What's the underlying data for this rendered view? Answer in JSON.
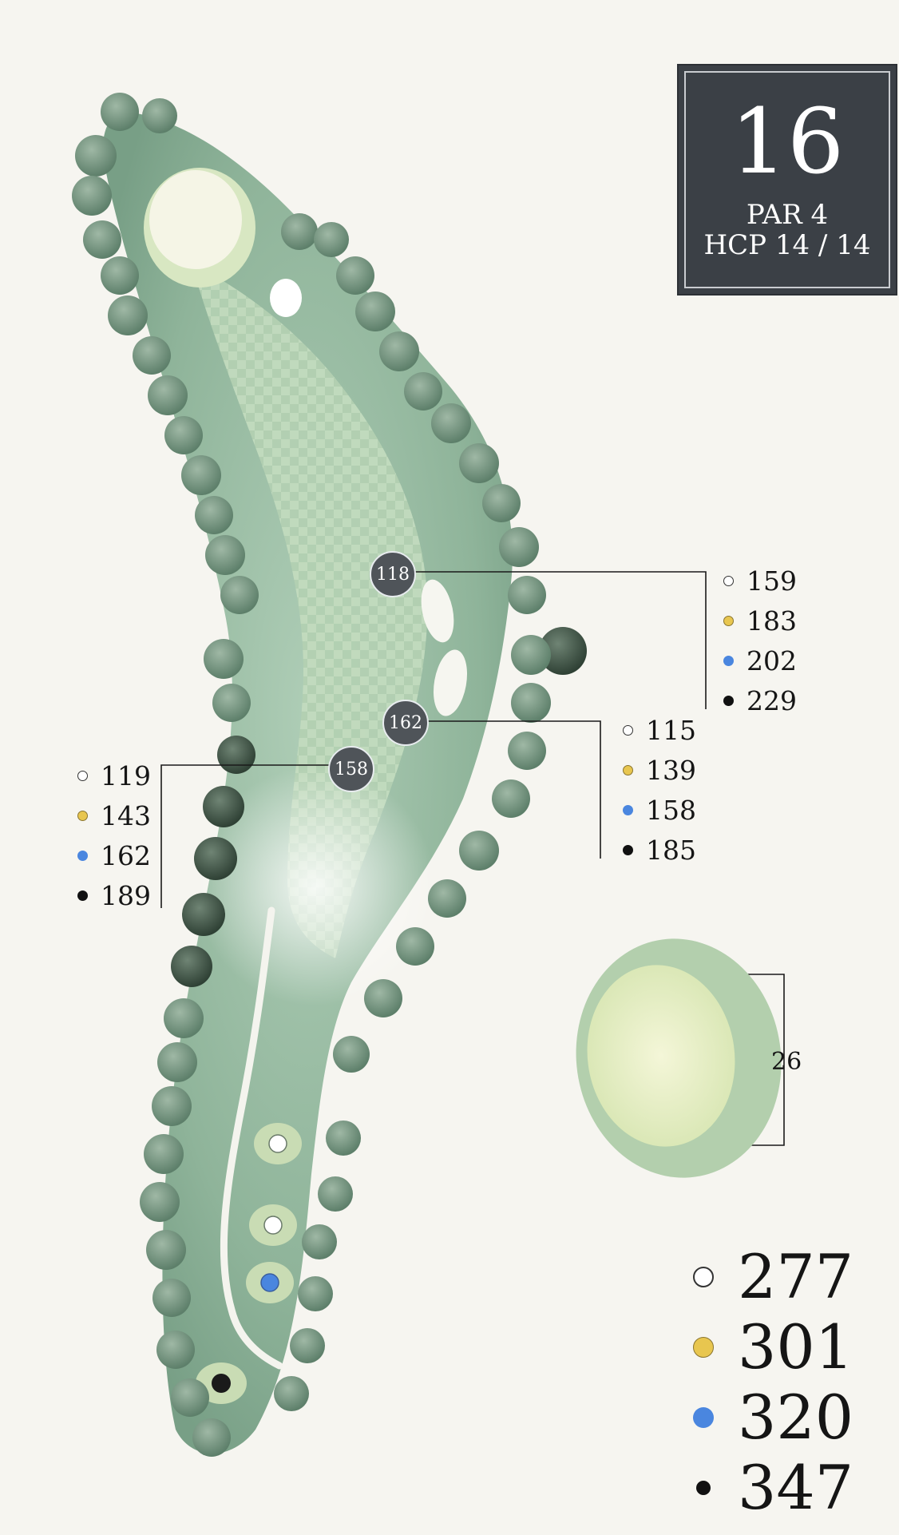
{
  "hole": {
    "number": "16",
    "par": "PAR 4",
    "hcp": "HCP 14 / 14"
  },
  "colors": {
    "white": "#ffffff",
    "yellow": "#e8c64f",
    "blue": "#4a86df",
    "black": "#111111"
  },
  "markers": {
    "top": {
      "label": "118",
      "distances": [
        {
          "tee": "white",
          "value": "159"
        },
        {
          "tee": "yellow",
          "value": "183"
        },
        {
          "tee": "blue",
          "value": "202"
        },
        {
          "tee": "black",
          "value": "229"
        }
      ]
    },
    "middle": {
      "label": "162",
      "distances": [
        {
          "tee": "white",
          "value": "115"
        },
        {
          "tee": "yellow",
          "value": "139"
        },
        {
          "tee": "blue",
          "value": "158"
        },
        {
          "tee": "black",
          "value": "185"
        }
      ]
    },
    "lower": {
      "label": "158",
      "distances": [
        {
          "tee": "white",
          "value": "119"
        },
        {
          "tee": "yellow",
          "value": "143"
        },
        {
          "tee": "blue",
          "value": "162"
        },
        {
          "tee": "black",
          "value": "189"
        }
      ]
    }
  },
  "green_depth": "26",
  "totals": [
    {
      "tee": "white",
      "value": "277"
    },
    {
      "tee": "yellow",
      "value": "301"
    },
    {
      "tee": "blue",
      "value": "320"
    },
    {
      "tee": "black",
      "value": "347"
    }
  ]
}
